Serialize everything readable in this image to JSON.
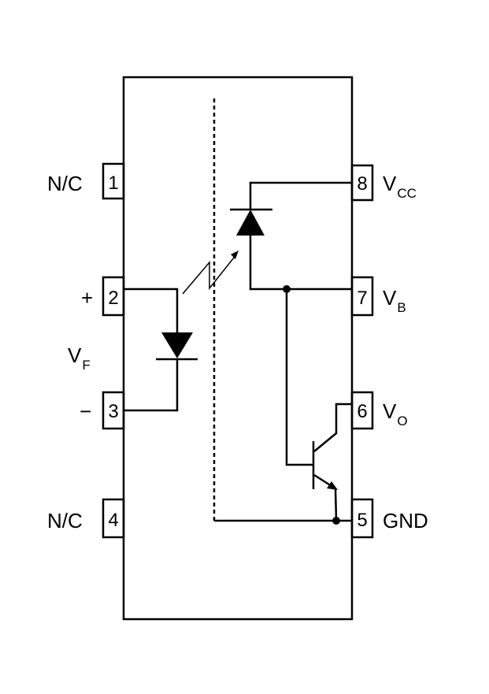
{
  "pins": {
    "p1": {
      "number": "1",
      "label": "N/C"
    },
    "p2": {
      "number": "2",
      "label": "+"
    },
    "p3": {
      "number": "3",
      "label": "−"
    },
    "p4": {
      "number": "4",
      "label": "N/C"
    },
    "p5": {
      "number": "5",
      "label": "GND"
    },
    "p6": {
      "number": "6",
      "label": "V",
      "sub": "O"
    },
    "p7": {
      "number": "7",
      "label": "V",
      "sub": "B"
    },
    "p8": {
      "number": "8",
      "label": "V",
      "sub": "CC"
    }
  },
  "vf": {
    "label": "V",
    "sub": "F"
  }
}
